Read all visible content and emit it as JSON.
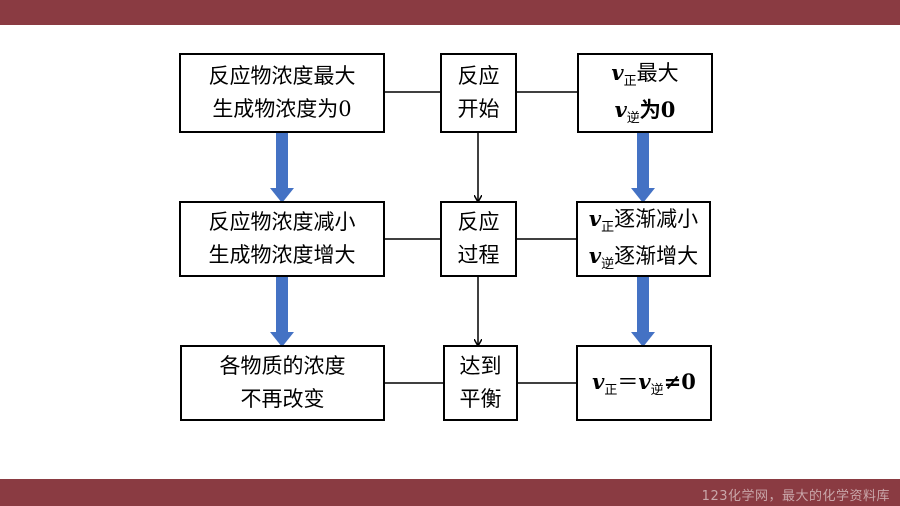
{
  "left": {
    "row1": [
      "反应物浓度最大",
      "生成物浓度为0"
    ],
    "row2": [
      "反应物浓度减小",
      "生成物浓度增大"
    ],
    "row3": [
      "各物质的浓度",
      "不再改变"
    ]
  },
  "middle": {
    "row1": [
      "反应",
      "开始"
    ],
    "row2": [
      "反应",
      "过程"
    ],
    "row3": [
      "达到",
      "平衡"
    ]
  },
  "right": {
    "v": "v",
    "forward_sub": "正",
    "reverse_sub": "逆",
    "row1": {
      "line1_text": "最大",
      "line2_text": "为0"
    },
    "row2": {
      "line1_text": "逐渐减小",
      "line2_text": "逐渐增大"
    },
    "row3": {
      "equals": "＝",
      "neq_zero": "≠0"
    }
  },
  "colors": {
    "header_bar": "#8a3b42",
    "arrow_blue": "#4472c4",
    "border": "#000000"
  },
  "watermark": "123化学网，最大的化学资料库"
}
